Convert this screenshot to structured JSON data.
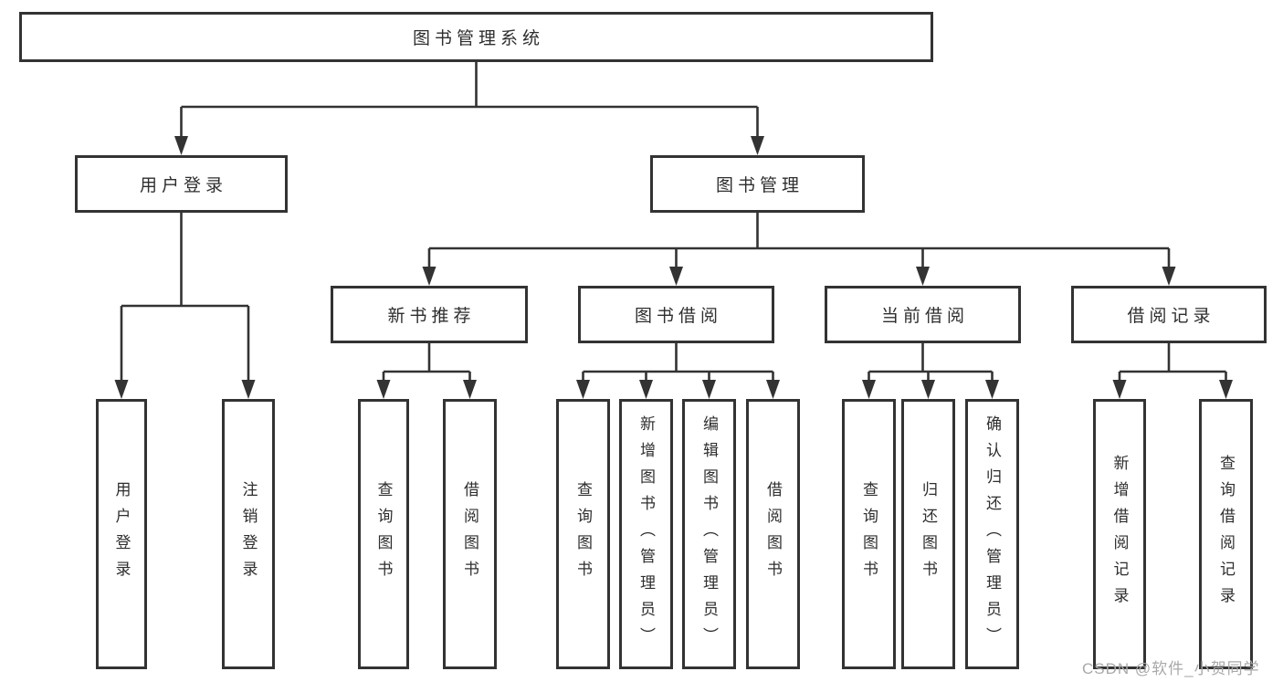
{
  "diagram_title": "图书管理系统",
  "colors": {
    "line": "#333333",
    "text": "#2e2e2e",
    "node_background": "#ffffff",
    "watermark": "#a9a9a9",
    "page_background": "#ffffff"
  },
  "nodes": {
    "root": {
      "label": "图书管理系统"
    },
    "level2": [
      {
        "label": "用户登录"
      },
      {
        "label": "图书管理"
      }
    ],
    "level3": [
      {
        "label": "新书推荐",
        "parent": "图书管理"
      },
      {
        "label": "图书借阅",
        "parent": "图书管理"
      },
      {
        "label": "当前借阅",
        "parent": "图书管理"
      },
      {
        "label": "借阅记录",
        "parent": "图书管理"
      }
    ],
    "leaves": [
      {
        "label": "用户登录",
        "parent": "用户登录"
      },
      {
        "label": "注销登录",
        "parent": "用户登录"
      },
      {
        "label": "查询图书",
        "parent": "新书推荐"
      },
      {
        "label": "借阅图书",
        "parent": "新书推荐"
      },
      {
        "label": "查询图书",
        "parent": "图书借阅"
      },
      {
        "label": "新增图书（管理员）",
        "parent": "图书借阅"
      },
      {
        "label": "编辑图书（管理员）",
        "parent": "图书借阅"
      },
      {
        "label": "借阅图书",
        "parent": "图书借阅"
      },
      {
        "label": "查询图书",
        "parent": "当前借阅"
      },
      {
        "label": "归还图书",
        "parent": "当前借阅"
      },
      {
        "label": "确认归还（管理员）",
        "parent": "当前借阅"
      },
      {
        "label": "新增借阅记录",
        "parent": "借阅记录"
      },
      {
        "label": "查询借阅记录",
        "parent": "借阅记录"
      }
    ]
  },
  "watermark": {
    "text": "CSDN @软件_小贺同学"
  }
}
